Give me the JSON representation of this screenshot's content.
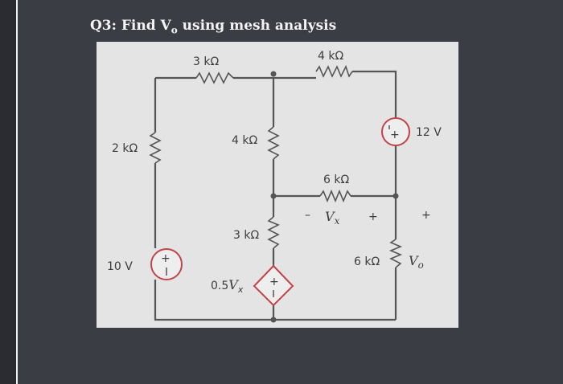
{
  "question": {
    "label": "Q3: Find V",
    "subscript": "o",
    "rest": " using mesh analysis"
  },
  "circuit": {
    "r_top_left": "3 kΩ",
    "r_top_right": "4 kΩ",
    "r_left": "2 kΩ",
    "r_middle_upper": "4 kΩ",
    "r_horizontal": "6 kΩ",
    "r_middle_lower": "3 kΩ",
    "r_right_lower": "6 kΩ",
    "v_source_right": "12 V",
    "v_source_left": "10 V",
    "dep_source_coef": "0.5",
    "dep_source_var": "V",
    "dep_source_sub": "x",
    "vx_minus": "–",
    "vx_var": "V",
    "vx_sub": "x",
    "vx_plus": "+",
    "vo_plus": "+",
    "vo_var": "V",
    "vo_sub": "o",
    "plus_sign": "+",
    "minus_sign": "–"
  }
}
